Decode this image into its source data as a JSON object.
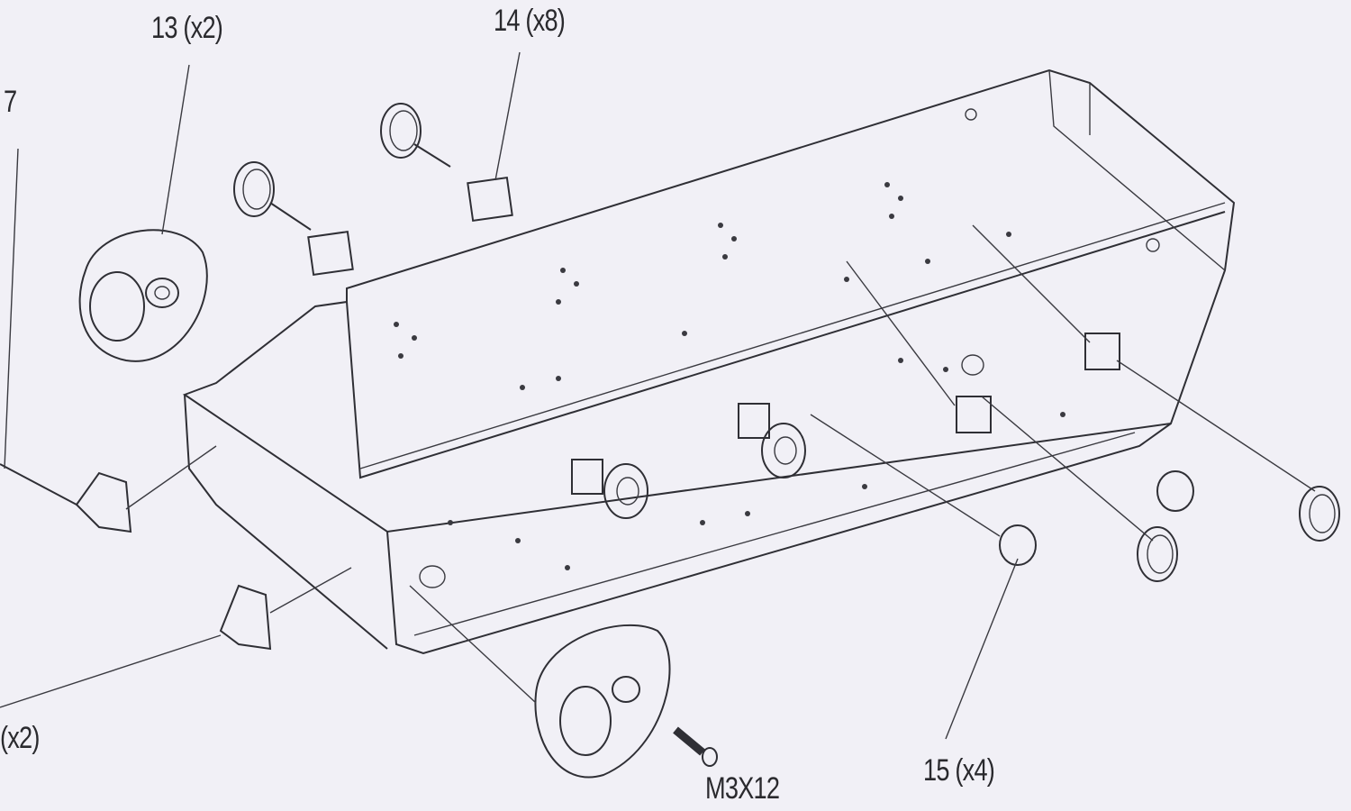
{
  "labels": {
    "part_7": "7",
    "part_13": "13 (x2)",
    "part_14": "14 (x8)",
    "part_x2_left": "(x2)",
    "screw": "M3X12",
    "part_15": "15 (x4)"
  },
  "colors": {
    "paper": "#f1f0f6",
    "ink": "#2f2f35"
  }
}
